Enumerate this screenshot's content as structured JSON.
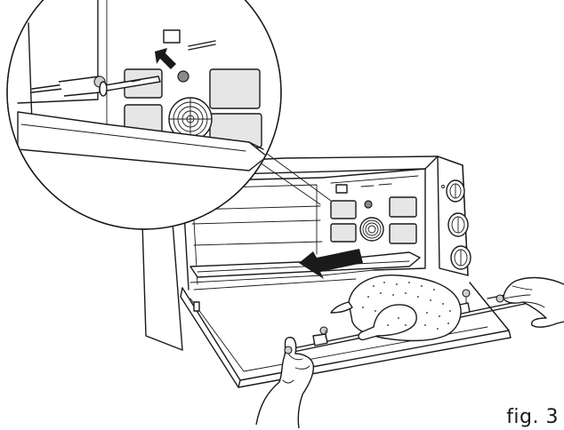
{
  "figure": {
    "caption": "fig. 3"
  },
  "illustration": {
    "objects": [
      "toaster-oven",
      "rotisserie-spit",
      "chicken",
      "hands",
      "detail-magnifier",
      "arrow"
    ],
    "palette": {
      "line": "#1a1a1a",
      "fill": "#ffffff",
      "shade": "#8a8a8a",
      "light": "#cfcfcf"
    }
  }
}
